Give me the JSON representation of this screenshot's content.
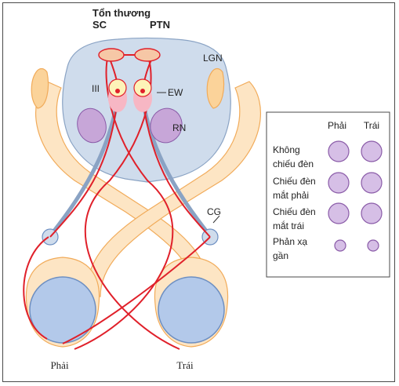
{
  "diagram": {
    "lesion_label": "Tổn thương",
    "sc_label": "SC",
    "ptn_label": "PTN",
    "lgn_label": "LGN",
    "iii_label": "III",
    "ew_label": "EW",
    "rn_label": "RN",
    "cg_label": "CG",
    "right_eye_label": "Phải",
    "left_eye_label": "Trái"
  },
  "legend": {
    "col_right": "Phải",
    "col_left": "Trái",
    "rows": [
      {
        "line1": "Không",
        "line2": "chiếu đèn",
        "right_pupil": "large",
        "left_pupil": "large"
      },
      {
        "line1": "Chiếu đèn",
        "line2": "mắt phải",
        "right_pupil": "large",
        "left_pupil": "large"
      },
      {
        "line1": "Chiếu đèn",
        "line2": "mắt trái",
        "right_pupil": "large",
        "left_pupil": "large"
      },
      {
        "line1": "Phản xạ",
        "line2": "gần",
        "right_pupil": "small",
        "left_pupil": "small"
      }
    ]
  },
  "colors": {
    "pathway": "#e0202a",
    "tract_fill": "#fde5c4",
    "tract_stroke": "#f1ab5a",
    "brainstem": "#cfdcec",
    "eye": "#b3c9ea",
    "nucleus_purple": "#c7a6d8",
    "pupil_fill": "#d6bfe6",
    "pupil_stroke": "#8a5ba8"
  }
}
